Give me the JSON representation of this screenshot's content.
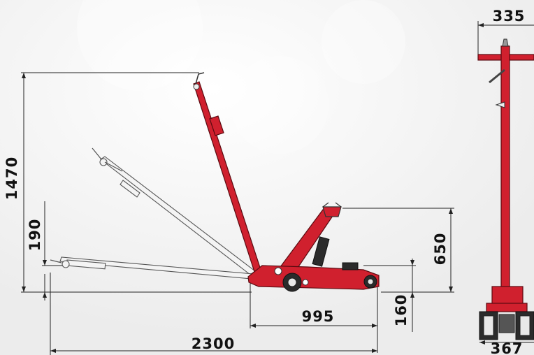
{
  "dimensions": {
    "overall_height": "1470",
    "low_handle_height": "190",
    "max_lift": "650",
    "saddle_to_wheel": "995",
    "min_height": "160",
    "overall_length": "2300",
    "handle_width": "335",
    "base_width": "367"
  },
  "colors": {
    "jack_red": "#d0202e",
    "background": "#f2f2f2",
    "dimension_line": "#222222"
  }
}
